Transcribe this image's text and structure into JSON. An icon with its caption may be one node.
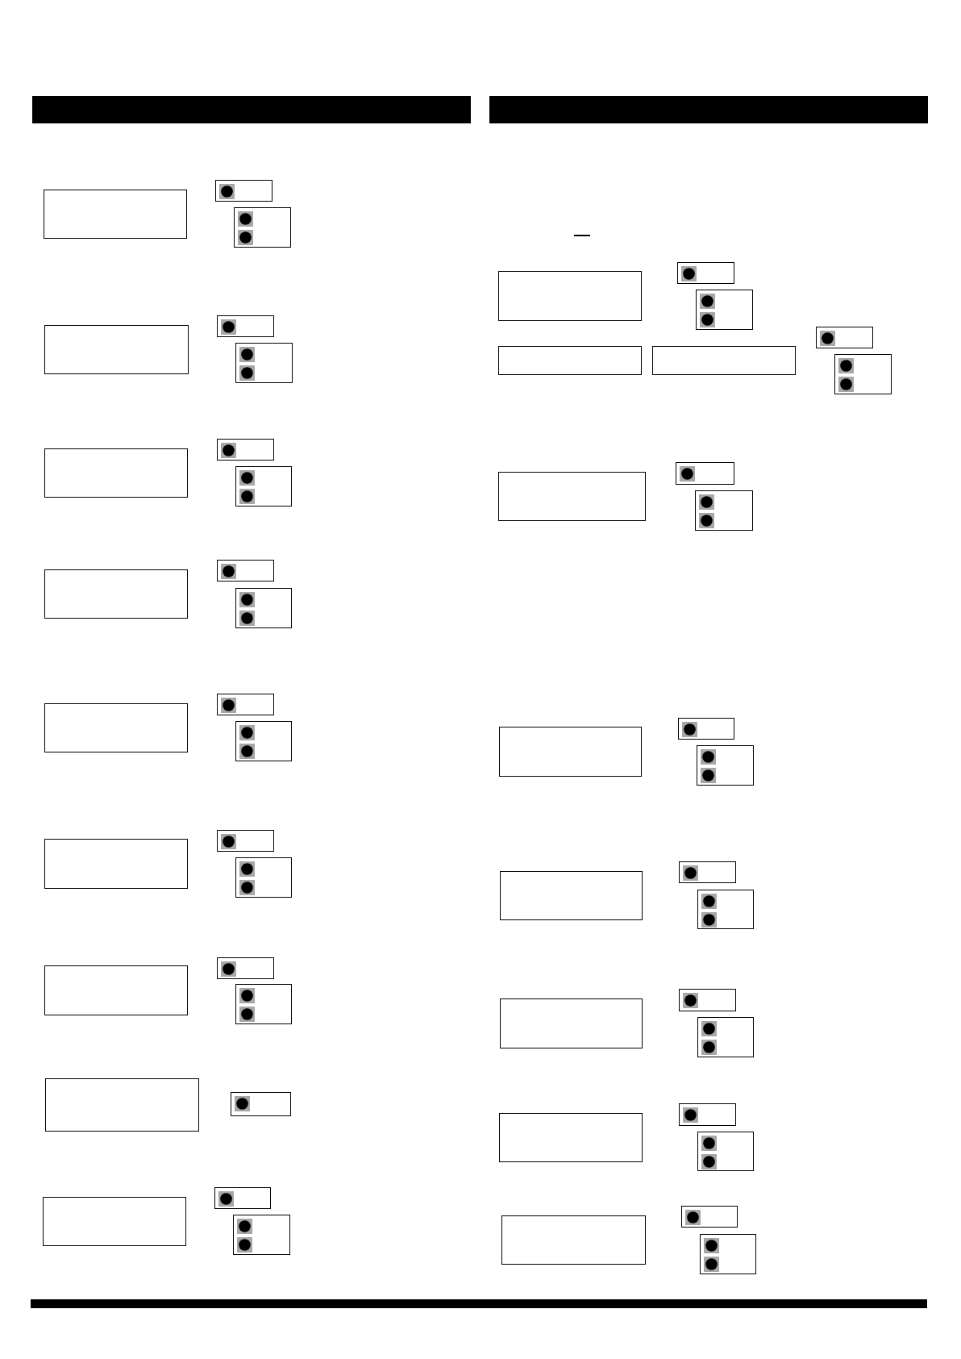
{
  "diagram": {
    "nodes": [
      {
        "text": [],
        "shape": "box"
      },
      {
        "text": [],
        "shape": "box"
      },
      {
        "text": [],
        "shape": "box"
      },
      {
        "text": [],
        "shape": "box"
      },
      {
        "text": [],
        "shape": "box"
      },
      {
        "text": [],
        "shape": "box"
      },
      {
        "text": [],
        "shape": "box"
      },
      {
        "text": [],
        "shape": "box"
      },
      {
        "text": [],
        "shape": "box"
      },
      {
        "text": [],
        "shape": "box"
      },
      {
        "text": [],
        "shape": "box"
      },
      {
        "text": [],
        "shape": "box"
      },
      {
        "text": [],
        "shape": "box"
      },
      {
        "text": [],
        "shape": "box"
      },
      {
        "text": [],
        "shape": "box"
      },
      {
        "text": [],
        "shape": "box"
      },
      {
        "text": [],
        "shape": "box"
      },
      {
        "text": [],
        "shape": "box"
      },
      {
        "text": [],
        "shape": "box"
      },
      {
        "text": [],
        "shape": "box"
      },
      {
        "text": [],
        "shape": "box"
      },
      {
        "text": [],
        "shape": "box"
      },
      {
        "text": [],
        "shape": "box"
      },
      {
        "text": [],
        "shape": "box"
      },
      {
        "text": [],
        "shape": "box"
      },
      {
        "text": [],
        "shape": "box"
      },
      {
        "text": [],
        "shape": "box"
      },
      {
        "text": [],
        "shape": "box"
      },
      {
        "text": [],
        "shape": "box"
      },
      {
        "text": [],
        "shape": "box"
      },
      {
        "text": [],
        "shape": "box"
      },
      {
        "text": [],
        "shape": "box"
      },
      {
        "text": [],
        "shape": "box"
      },
      {
        "text": [],
        "shape": "box"
      },
      {
        "text": [],
        "shape": "box"
      },
      {
        "text": [],
        "shape": "box"
      },
      {
        "text": [],
        "shape": "box"
      },
      {
        "text": [],
        "shape": "box"
      },
      {
        "text": [],
        "shape": "box"
      },
      {
        "text": [],
        "shape": "box"
      },
      {
        "text": [],
        "shape": "box"
      },
      {
        "text": [],
        "shape": "box"
      },
      {
        "text": [],
        "shape": "box"
      },
      {
        "text": [],
        "shape": "box"
      },
      {
        "text": [],
        "shape": "box"
      },
      {
        "text": [],
        "shape": "box"
      },
      {
        "text": [],
        "shape": "box"
      },
      {
        "text": [],
        "shape": "box"
      },
      {
        "text": [],
        "shape": "box"
      },
      {
        "text": [],
        "shape": "box"
      },
      {
        "text": [],
        "shape": "box"
      }
    ]
  }
}
